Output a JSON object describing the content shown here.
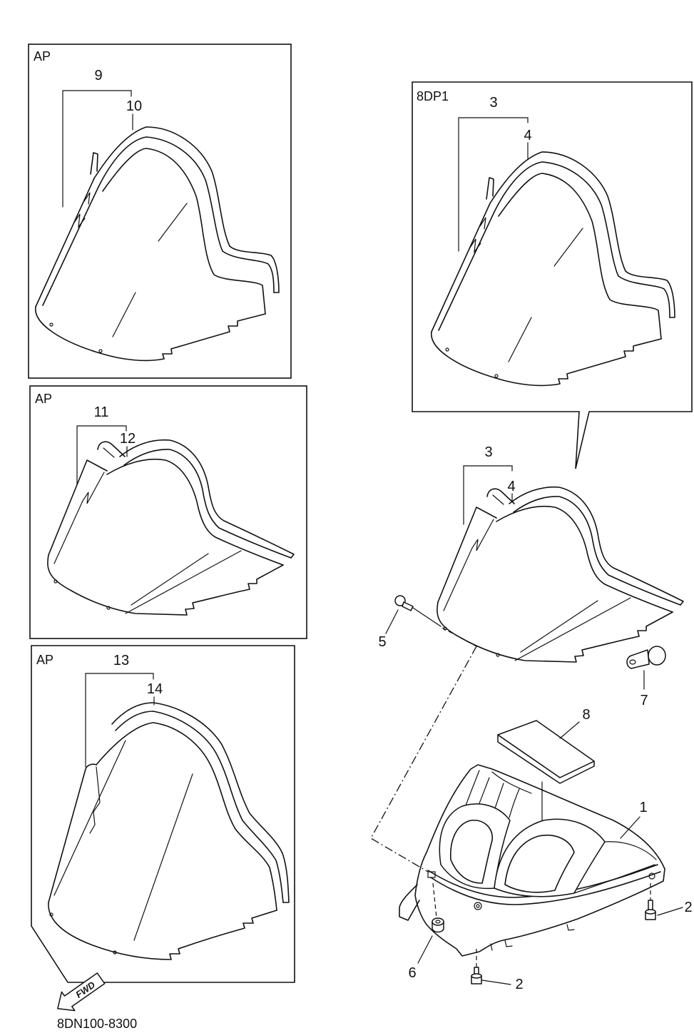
{
  "panels": {
    "ap_top": {
      "variant": "AP",
      "set_callout": "9",
      "part_callout": "10"
    },
    "ap_middle": {
      "variant": "AP",
      "set_callout": "11",
      "part_callout": "12"
    },
    "ap_bottom": {
      "variant": "AP",
      "set_callout": "13",
      "part_callout": "14"
    },
    "detail": {
      "variant": "8DP1",
      "set_callout": "3",
      "part_callout": "4"
    }
  },
  "main": {
    "windshield_set_callout": "3",
    "windshield_callout": "4",
    "screw_callout": "5",
    "grommet_callout": "7",
    "pad_callout": "8",
    "cowling_callout": "1",
    "bolt_right_callout": "2",
    "bolt_bottom_callout": "2",
    "nut_callout": "6"
  },
  "fwd_arrow": {
    "label": "FWD"
  },
  "diagram_code": "8DN100-8300"
}
